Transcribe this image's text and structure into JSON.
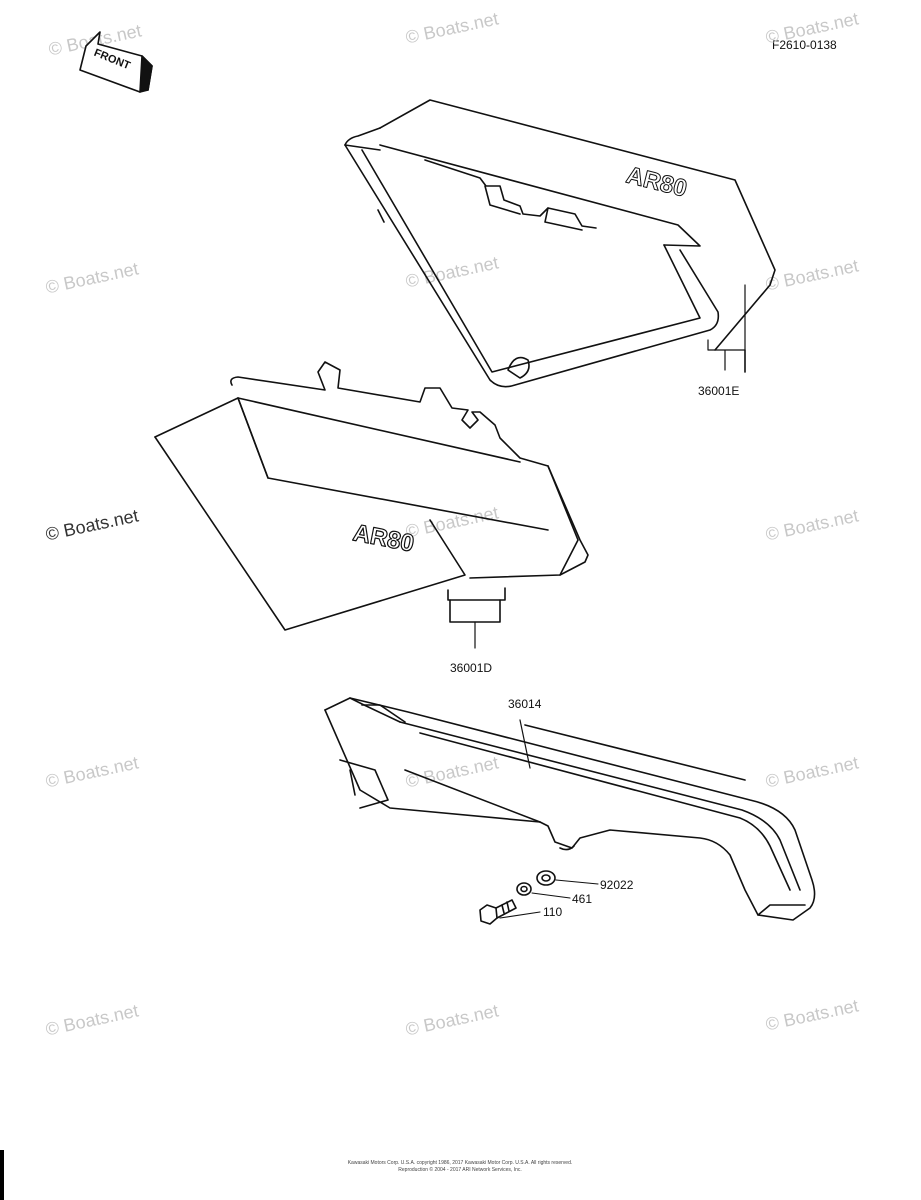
{
  "diagram_code": "F2610-0138",
  "front_arrow": {
    "label": "FRONT",
    "icon": "front-arrow-icon"
  },
  "watermark": "© Boats.net",
  "parts": {
    "cover_right": {
      "number": "36001E",
      "emblem": "AR80"
    },
    "cover_left": {
      "number": "36001D",
      "emblem": "AR80"
    },
    "chain_case": {
      "number": "36014"
    },
    "washer": {
      "number": "92022"
    },
    "nut": {
      "number": "461"
    },
    "bolt": {
      "number": "110"
    }
  },
  "footer": {
    "line1": "Kawasaki Motors Corp. U.S.A. copyright 1986, 2017 Kawasaki Motor Corp. U.S.A. All rights reserved.",
    "line2": "Reproduction © 2004 - 2017 ARI Network Services, Inc."
  }
}
